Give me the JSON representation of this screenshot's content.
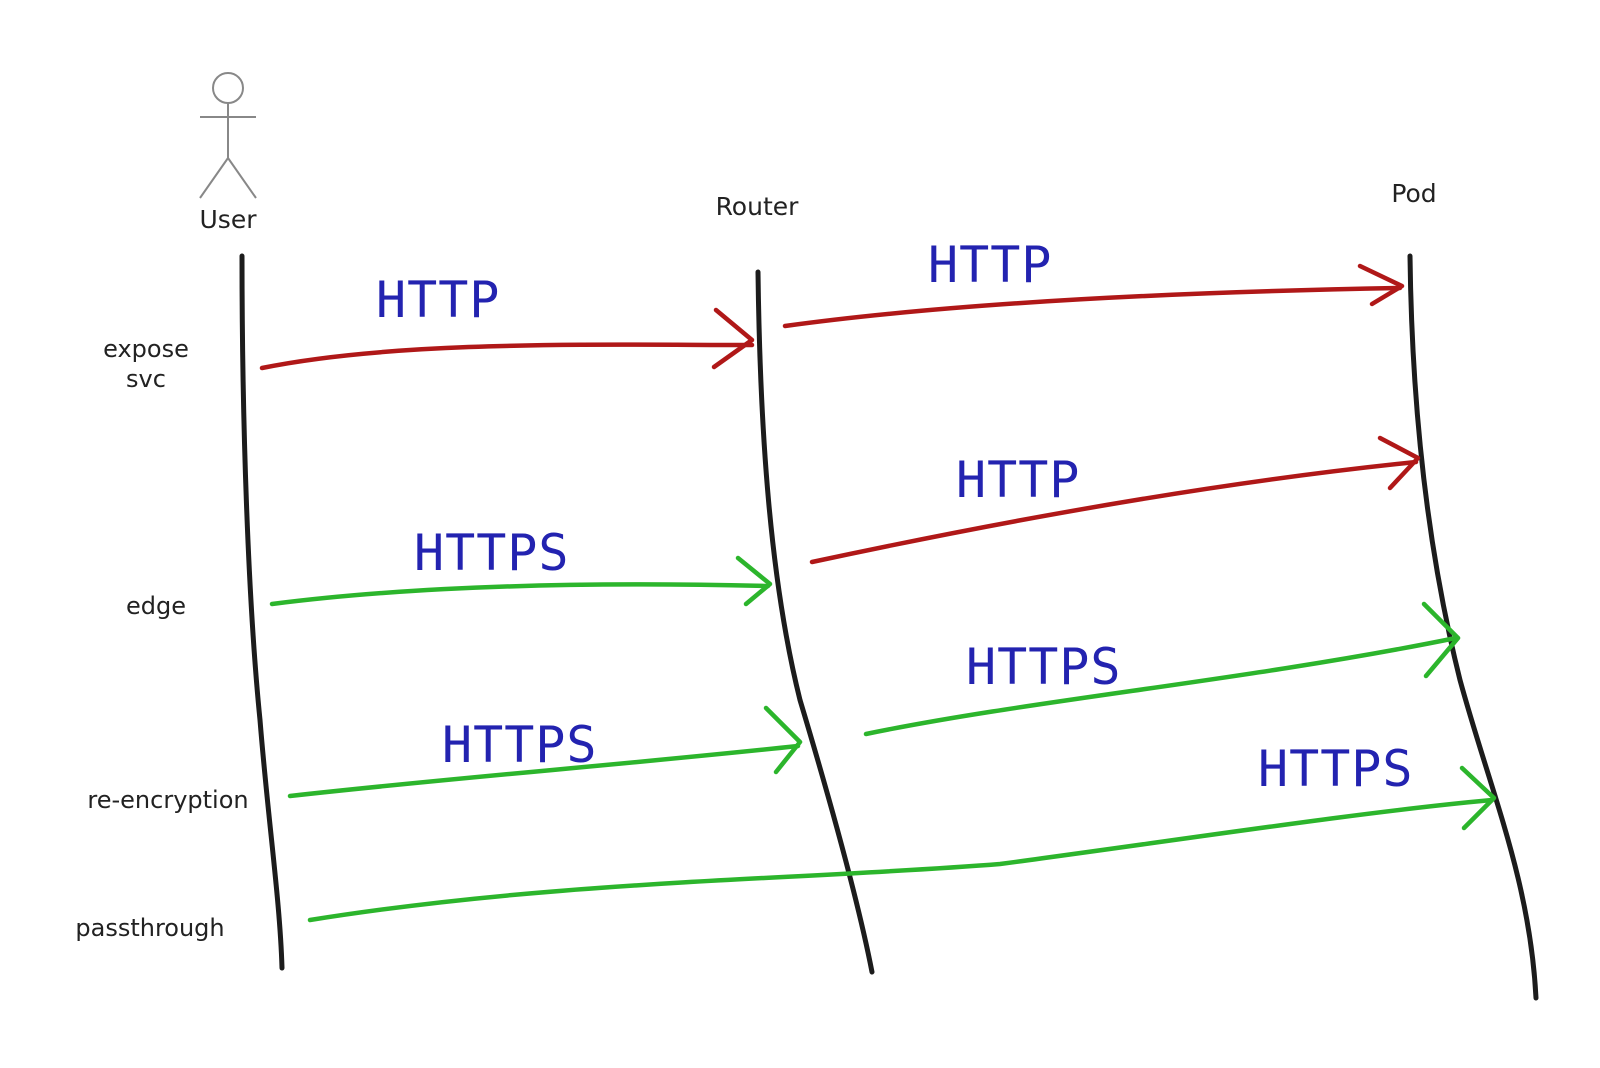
{
  "colors": {
    "http_arrow": "#b01818",
    "https_arrow": "#2cb52c",
    "protocol_text": "#2323b0",
    "lifeline": "#1c1c1c",
    "label_text": "#222222"
  },
  "participants": [
    {
      "id": "user",
      "label": "User",
      "icon": "stick-figure-icon"
    },
    {
      "id": "router",
      "label": "Router"
    },
    {
      "id": "pod",
      "label": "Pod"
    }
  ],
  "routes": [
    {
      "name": "expose\nsvc",
      "lines": [
        "expose",
        "svc"
      ],
      "segments": [
        {
          "from": "user",
          "to": "router",
          "protocol": "HTTP",
          "color": "#b01818"
        },
        {
          "from": "router",
          "to": "pod",
          "protocol": "HTTP",
          "color": "#b01818"
        }
      ]
    },
    {
      "name": "edge",
      "lines": [
        "edge"
      ],
      "segments": [
        {
          "from": "user",
          "to": "router",
          "protocol": "HTTPS",
          "color": "#2cb52c"
        },
        {
          "from": "router",
          "to": "pod",
          "protocol": "HTTP",
          "color": "#b01818"
        }
      ]
    },
    {
      "name": "re-encryption",
      "lines": [
        "re-encryption"
      ],
      "segments": [
        {
          "from": "user",
          "to": "router",
          "protocol": "HTTPS",
          "color": "#2cb52c"
        },
        {
          "from": "router",
          "to": "pod",
          "protocol": "HTTPS",
          "color": "#2cb52c"
        }
      ]
    },
    {
      "name": "passthrough",
      "lines": [
        "passthrough"
      ],
      "segments": [
        {
          "from": "user",
          "to": "pod",
          "protocol": "HTTPS",
          "color": "#2cb52c"
        }
      ]
    }
  ]
}
